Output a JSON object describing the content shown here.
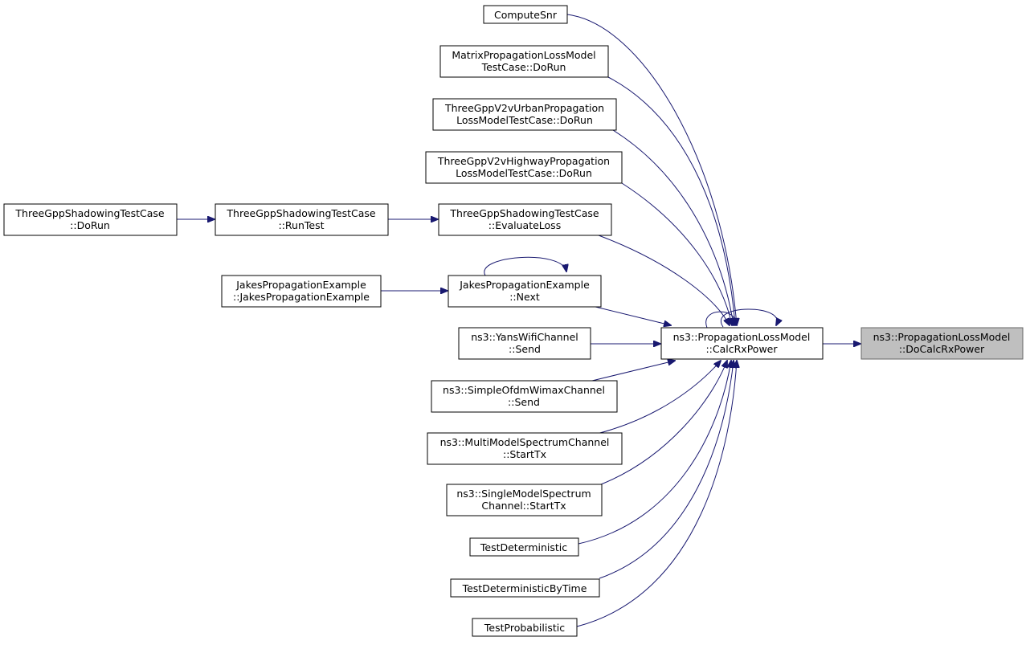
{
  "diagram": {
    "nodes": {
      "compute_snr": [
        "ComputeSnr"
      ],
      "matrix_loss": [
        "MatrixPropagationLossModel",
        "TestCase::DoRun"
      ],
      "v2v_urban": [
        "ThreeGppV2vUrbanPropagation",
        "LossModelTestCase::DoRun"
      ],
      "v2v_highway": [
        "ThreeGppV2vHighwayPropagation",
        "LossModelTestCase::DoRun"
      ],
      "shadow_doRun": [
        "ThreeGppShadowingTestCase",
        "::DoRun"
      ],
      "shadow_runTest": [
        "ThreeGppShadowingTestCase",
        "::RunTest"
      ],
      "shadow_evalLoss": [
        "ThreeGppShadowingTestCase",
        "::EvaluateLoss"
      ],
      "jakes_ctor": [
        "JakesPropagationExample",
        "::JakesPropagationExample"
      ],
      "jakes_next": [
        "JakesPropagationExample",
        "::Next"
      ],
      "yans_send": [
        "ns3::YansWifiChannel",
        "::Send"
      ],
      "ofdm_send": [
        "ns3::SimpleOfdmWimaxChannel",
        "::Send"
      ],
      "multi_startTx": [
        "ns3::MultiModelSpectrumChannel",
        "::StartTx"
      ],
      "single_startTx": [
        "ns3::SingleModelSpectrum",
        "Channel::StartTx"
      ],
      "test_det": [
        "TestDeterministic"
      ],
      "test_det_time": [
        "TestDeterministicByTime"
      ],
      "test_prob": [
        "TestProbabilistic"
      ],
      "calc_rx": [
        "ns3::PropagationLossModel",
        "::CalcRxPower"
      ],
      "do_calc_rx": [
        "ns3::PropagationLossModel",
        "::DoCalcRxPower"
      ]
    },
    "edges": [
      [
        "compute_snr",
        "calc_rx"
      ],
      [
        "matrix_loss",
        "calc_rx"
      ],
      [
        "v2v_urban",
        "calc_rx"
      ],
      [
        "v2v_highway",
        "calc_rx"
      ],
      [
        "shadow_doRun",
        "shadow_runTest"
      ],
      [
        "shadow_runTest",
        "shadow_evalLoss"
      ],
      [
        "shadow_evalLoss",
        "calc_rx"
      ],
      [
        "jakes_ctor",
        "jakes_next"
      ],
      [
        "jakes_next",
        "jakes_next"
      ],
      [
        "jakes_next",
        "calc_rx"
      ],
      [
        "yans_send",
        "calc_rx"
      ],
      [
        "ofdm_send",
        "calc_rx"
      ],
      [
        "multi_startTx",
        "calc_rx"
      ],
      [
        "single_startTx",
        "calc_rx"
      ],
      [
        "test_det",
        "calc_rx"
      ],
      [
        "test_det_time",
        "calc_rx"
      ],
      [
        "test_prob",
        "calc_rx"
      ],
      [
        "calc_rx",
        "calc_rx"
      ],
      [
        "calc_rx",
        "do_calc_rx"
      ]
    ],
    "colors": {
      "edge": "#191970",
      "node_border": "#000000",
      "target_fill": "#bfbfbf",
      "target_border": "#666666"
    }
  }
}
